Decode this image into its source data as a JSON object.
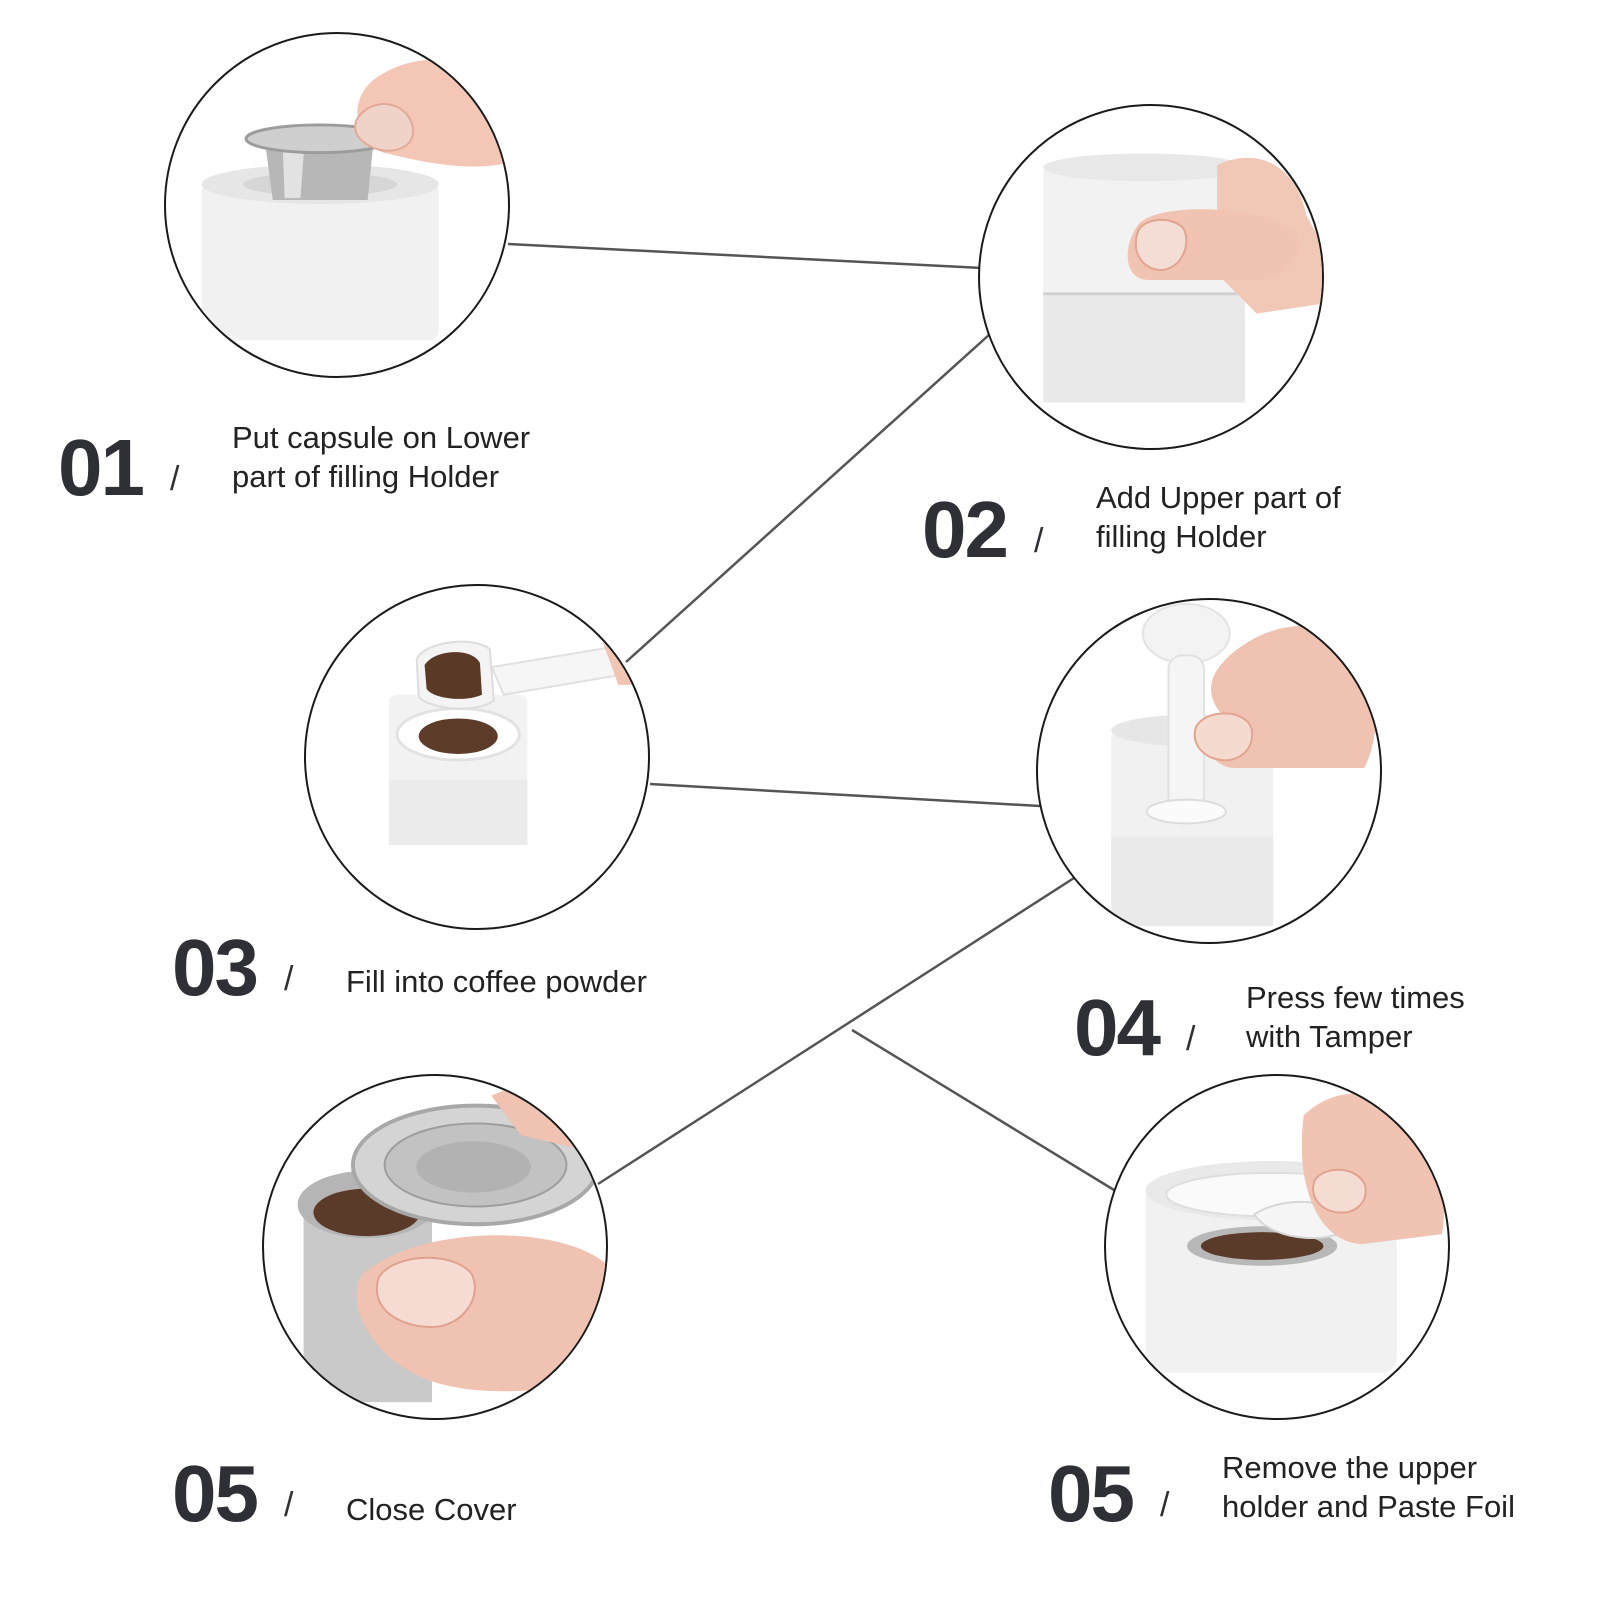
{
  "colors": {
    "line": "#555555",
    "number": "#2f2f36",
    "text": "#222222",
    "circle_border": "#1a1a1a"
  },
  "steps": [
    {
      "number": "01",
      "slash": "/",
      "text": "Put capsule on Lower\npart of filling Holder",
      "icon": "capsule-on-holder-photo"
    },
    {
      "number": "02",
      "slash": "/",
      "text": "Add Upper part of\nfilling Holder",
      "icon": "upper-holder-photo"
    },
    {
      "number": "03",
      "slash": "/",
      "text": "Fill into coffee powder",
      "icon": "coffee-scoop-photo"
    },
    {
      "number": "04",
      "slash": "/",
      "text": "Press few times\nwith Tamper",
      "icon": "tamper-photo"
    },
    {
      "number": "05",
      "slash": "/",
      "text": "Close Cover",
      "icon": "close-cover-photo"
    },
    {
      "number": "05",
      "slash": "/",
      "text": "Remove the upper\nholder and Paste Foil",
      "icon": "paste-foil-photo"
    }
  ]
}
